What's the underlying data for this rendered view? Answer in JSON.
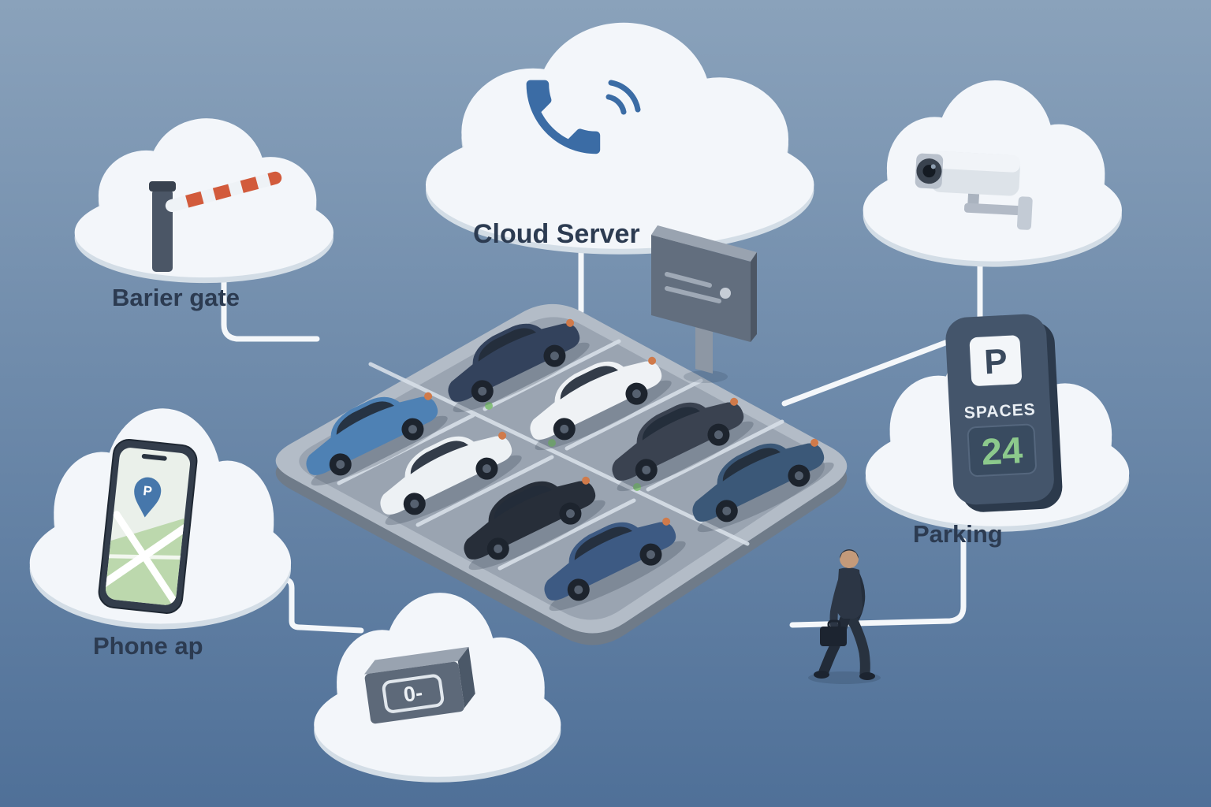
{
  "labels": {
    "barrier_gate": "Barier gate",
    "cloud_server": "Cloud Server",
    "parking": "Parking",
    "phone_app": "Phone ap"
  },
  "parking_sign": {
    "letter": "P",
    "spaces": "SPACES",
    "count": "24"
  },
  "sensor": {
    "display": "0-"
  },
  "phone": {
    "pin": "P"
  },
  "colors": {
    "bg_top": "#8aa2bb",
    "bg_bottom": "#4f7098",
    "cloud": "#f3f6fa",
    "cloud_shadow": "#d3dde6",
    "connector": "#f4f7fa",
    "label_text": "#2c3b51",
    "accent_blue": "#3b6ca5",
    "sign_green": "#8cc98c",
    "barrier_stripe": "#d25b3c",
    "sign_panel": "#44556b"
  },
  "cars": [
    {
      "name": "sedan-navy",
      "color": "#33425c"
    },
    {
      "name": "sedan-white",
      "color": "#eff2f5"
    },
    {
      "name": "sedan-charcoal",
      "color": "#3a4250"
    },
    {
      "name": "sedan-steel-blue",
      "color": "#3b5878"
    },
    {
      "name": "sedan-blue",
      "color": "#4e81b4"
    },
    {
      "name": "sedan-white-2",
      "color": "#edf1f4"
    },
    {
      "name": "sedan-black",
      "color": "#272e39"
    },
    {
      "name": "sedan-dark-blue",
      "color": "#3d5a83"
    }
  ],
  "icons": [
    "barrier-gate-icon",
    "phone-handset-icon",
    "signal-waves-icon",
    "cctv-camera-icon",
    "parking-sign-icon",
    "smartphone-map-icon",
    "map-pin-icon",
    "sensor-device-icon",
    "info-board-icon",
    "walking-person-figure",
    "parking-lot",
    "cars"
  ]
}
